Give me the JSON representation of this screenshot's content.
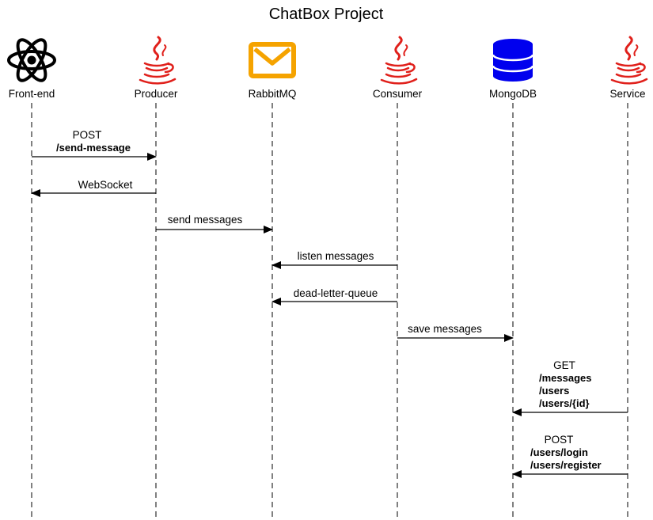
{
  "title": "ChatBox Project",
  "colors": {
    "java": "#e0201b",
    "rabbitmq": "#f5a300",
    "mongodb": "#0000ee",
    "line": "#000000"
  },
  "participants": [
    {
      "id": "frontend",
      "label": "Front-end",
      "icon": "react-icon"
    },
    {
      "id": "producer",
      "label": "Producer",
      "icon": "java-icon"
    },
    {
      "id": "rabbitmq",
      "label": "RabbitMQ",
      "icon": "envelope-icon"
    },
    {
      "id": "consumer",
      "label": "Consumer",
      "icon": "java-icon"
    },
    {
      "id": "mongodb",
      "label": "MongoDB",
      "icon": "database-icon"
    },
    {
      "id": "service",
      "label": "Service",
      "icon": "java-icon"
    }
  ],
  "messages": [
    {
      "from": "frontend",
      "to": "producer",
      "method": "POST",
      "paths": [
        "/send-message"
      ]
    },
    {
      "from": "producer",
      "to": "frontend",
      "label": "WebSocket"
    },
    {
      "from": "producer",
      "to": "rabbitmq",
      "label": "send messages"
    },
    {
      "from": "consumer",
      "to": "rabbitmq",
      "label": "listen messages"
    },
    {
      "from": "consumer",
      "to": "rabbitmq",
      "label": "dead-letter-queue"
    },
    {
      "from": "consumer",
      "to": "mongodb",
      "label": "save messages"
    },
    {
      "from": "service",
      "to": "mongodb",
      "method": "GET",
      "paths": [
        "/messages",
        "/users",
        "/users/{id}"
      ]
    },
    {
      "from": "service",
      "to": "mongodb",
      "method": "POST",
      "paths": [
        "/users/login",
        "/users/register"
      ]
    }
  ]
}
